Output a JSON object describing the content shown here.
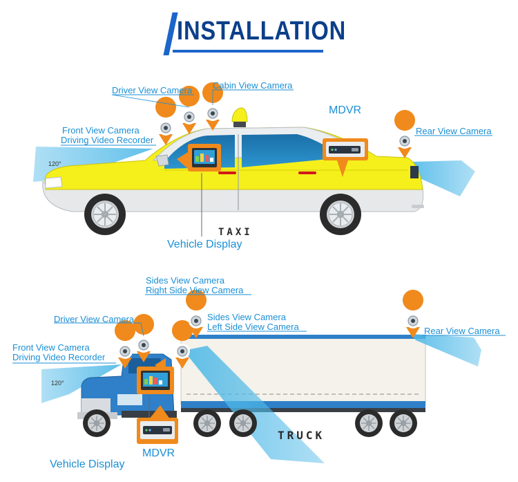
{
  "title": "INSTALLATION",
  "taxi": {
    "front_camera": "Front View Camera",
    "front_recorder": "Driving Video Recorder",
    "angle": "120°",
    "driver_camera": "Driver View Camera",
    "cabin_camera": "Cabin View Camera",
    "mdvr": "MDVR",
    "rear_camera": "Rear View Camera",
    "display": "Vehicle Display",
    "sign": "TAXI"
  },
  "truck": {
    "sides_camera_a": "Sides View Camera",
    "right_side_camera": "Right Side View Camera",
    "driver_camera": "Driver View Camera",
    "sides_camera_b": "Sides View Camera",
    "left_side_camera": "Left Side View Camera",
    "rear_camera": "Rear View Camera",
    "front_camera": "Front View Camera",
    "front_recorder": "Driving Video Recorder",
    "angle": "120°",
    "mdvr": "MDVR",
    "display": "Vehicle Display",
    "sign": "TRUCK"
  },
  "colors": {
    "label_blue": "#1a8fd6",
    "title_navy": "#0b3f8a",
    "taxi_yellow": "#f5ef1c",
    "truck_blue": "#2f80c8",
    "pin_orange": "#f08a1c",
    "beam_blue": "#4fb9e8"
  }
}
